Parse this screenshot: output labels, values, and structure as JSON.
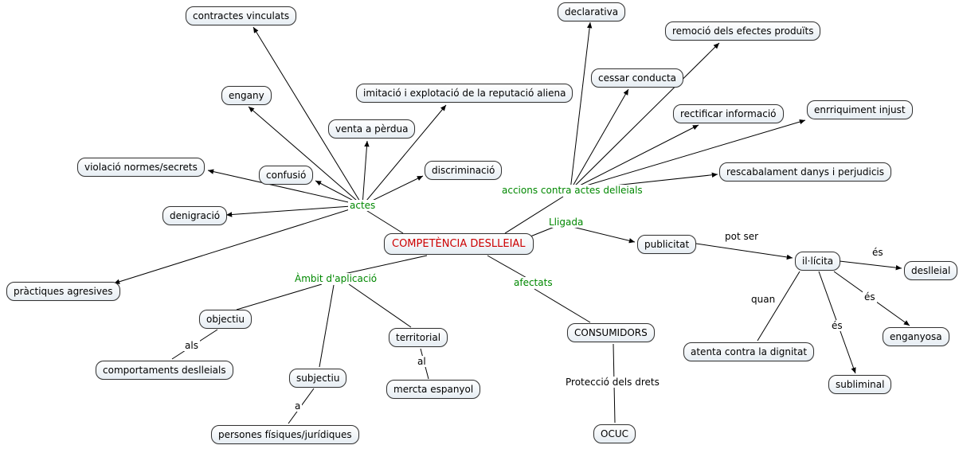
{
  "title": "COMPETÈNCIA DESLLEIAL",
  "colors": {
    "center_text": "#cc0000",
    "link_label": "#008800",
    "node_border": "#333333",
    "line": "#000000"
  },
  "branches": {
    "actes": {
      "label": "actes",
      "items": [
        "contractes vinculats",
        "engany",
        "venta a pèrdua",
        "imitació i explotació de la reputació aliena",
        "confusió",
        "discriminació",
        "violació normes/secrets",
        "denigració",
        "pràctiques agresives"
      ]
    },
    "accions": {
      "label": "accions contra actes delleials",
      "items": [
        "declarativa",
        "cessar conducta",
        "remoció dels efectes produïts",
        "rectificar informació",
        "enrriquiment injust",
        "rescabalament danys i perjudicis"
      ]
    },
    "lligada": {
      "label": "Lligada",
      "publicitat": "publicitat",
      "pot_ser": "pot ser",
      "illicita": "il·lícita",
      "es": "és",
      "quan": "quan",
      "deslleial": "deslleial",
      "enganyosa": "enganyosa",
      "subliminal": "subliminal",
      "atenta_dignitat": "atenta contra la dignitat"
    },
    "ambit": {
      "label": "Àmbit d'aplicació",
      "objectiu": "objectiu",
      "als": "als",
      "comportaments": "comportaments deslleials",
      "subjectiu": "subjectiu",
      "a": "a",
      "persones": "persones físiques/jurídiques",
      "territorial": "territorial",
      "al": "al",
      "mercat": "mercta espanyol"
    },
    "afectats": {
      "label": "afectats",
      "consumidors": "CONSUMIDORS",
      "proteccio": "Protecció dels drets",
      "ocuc": "OCUC"
    }
  }
}
